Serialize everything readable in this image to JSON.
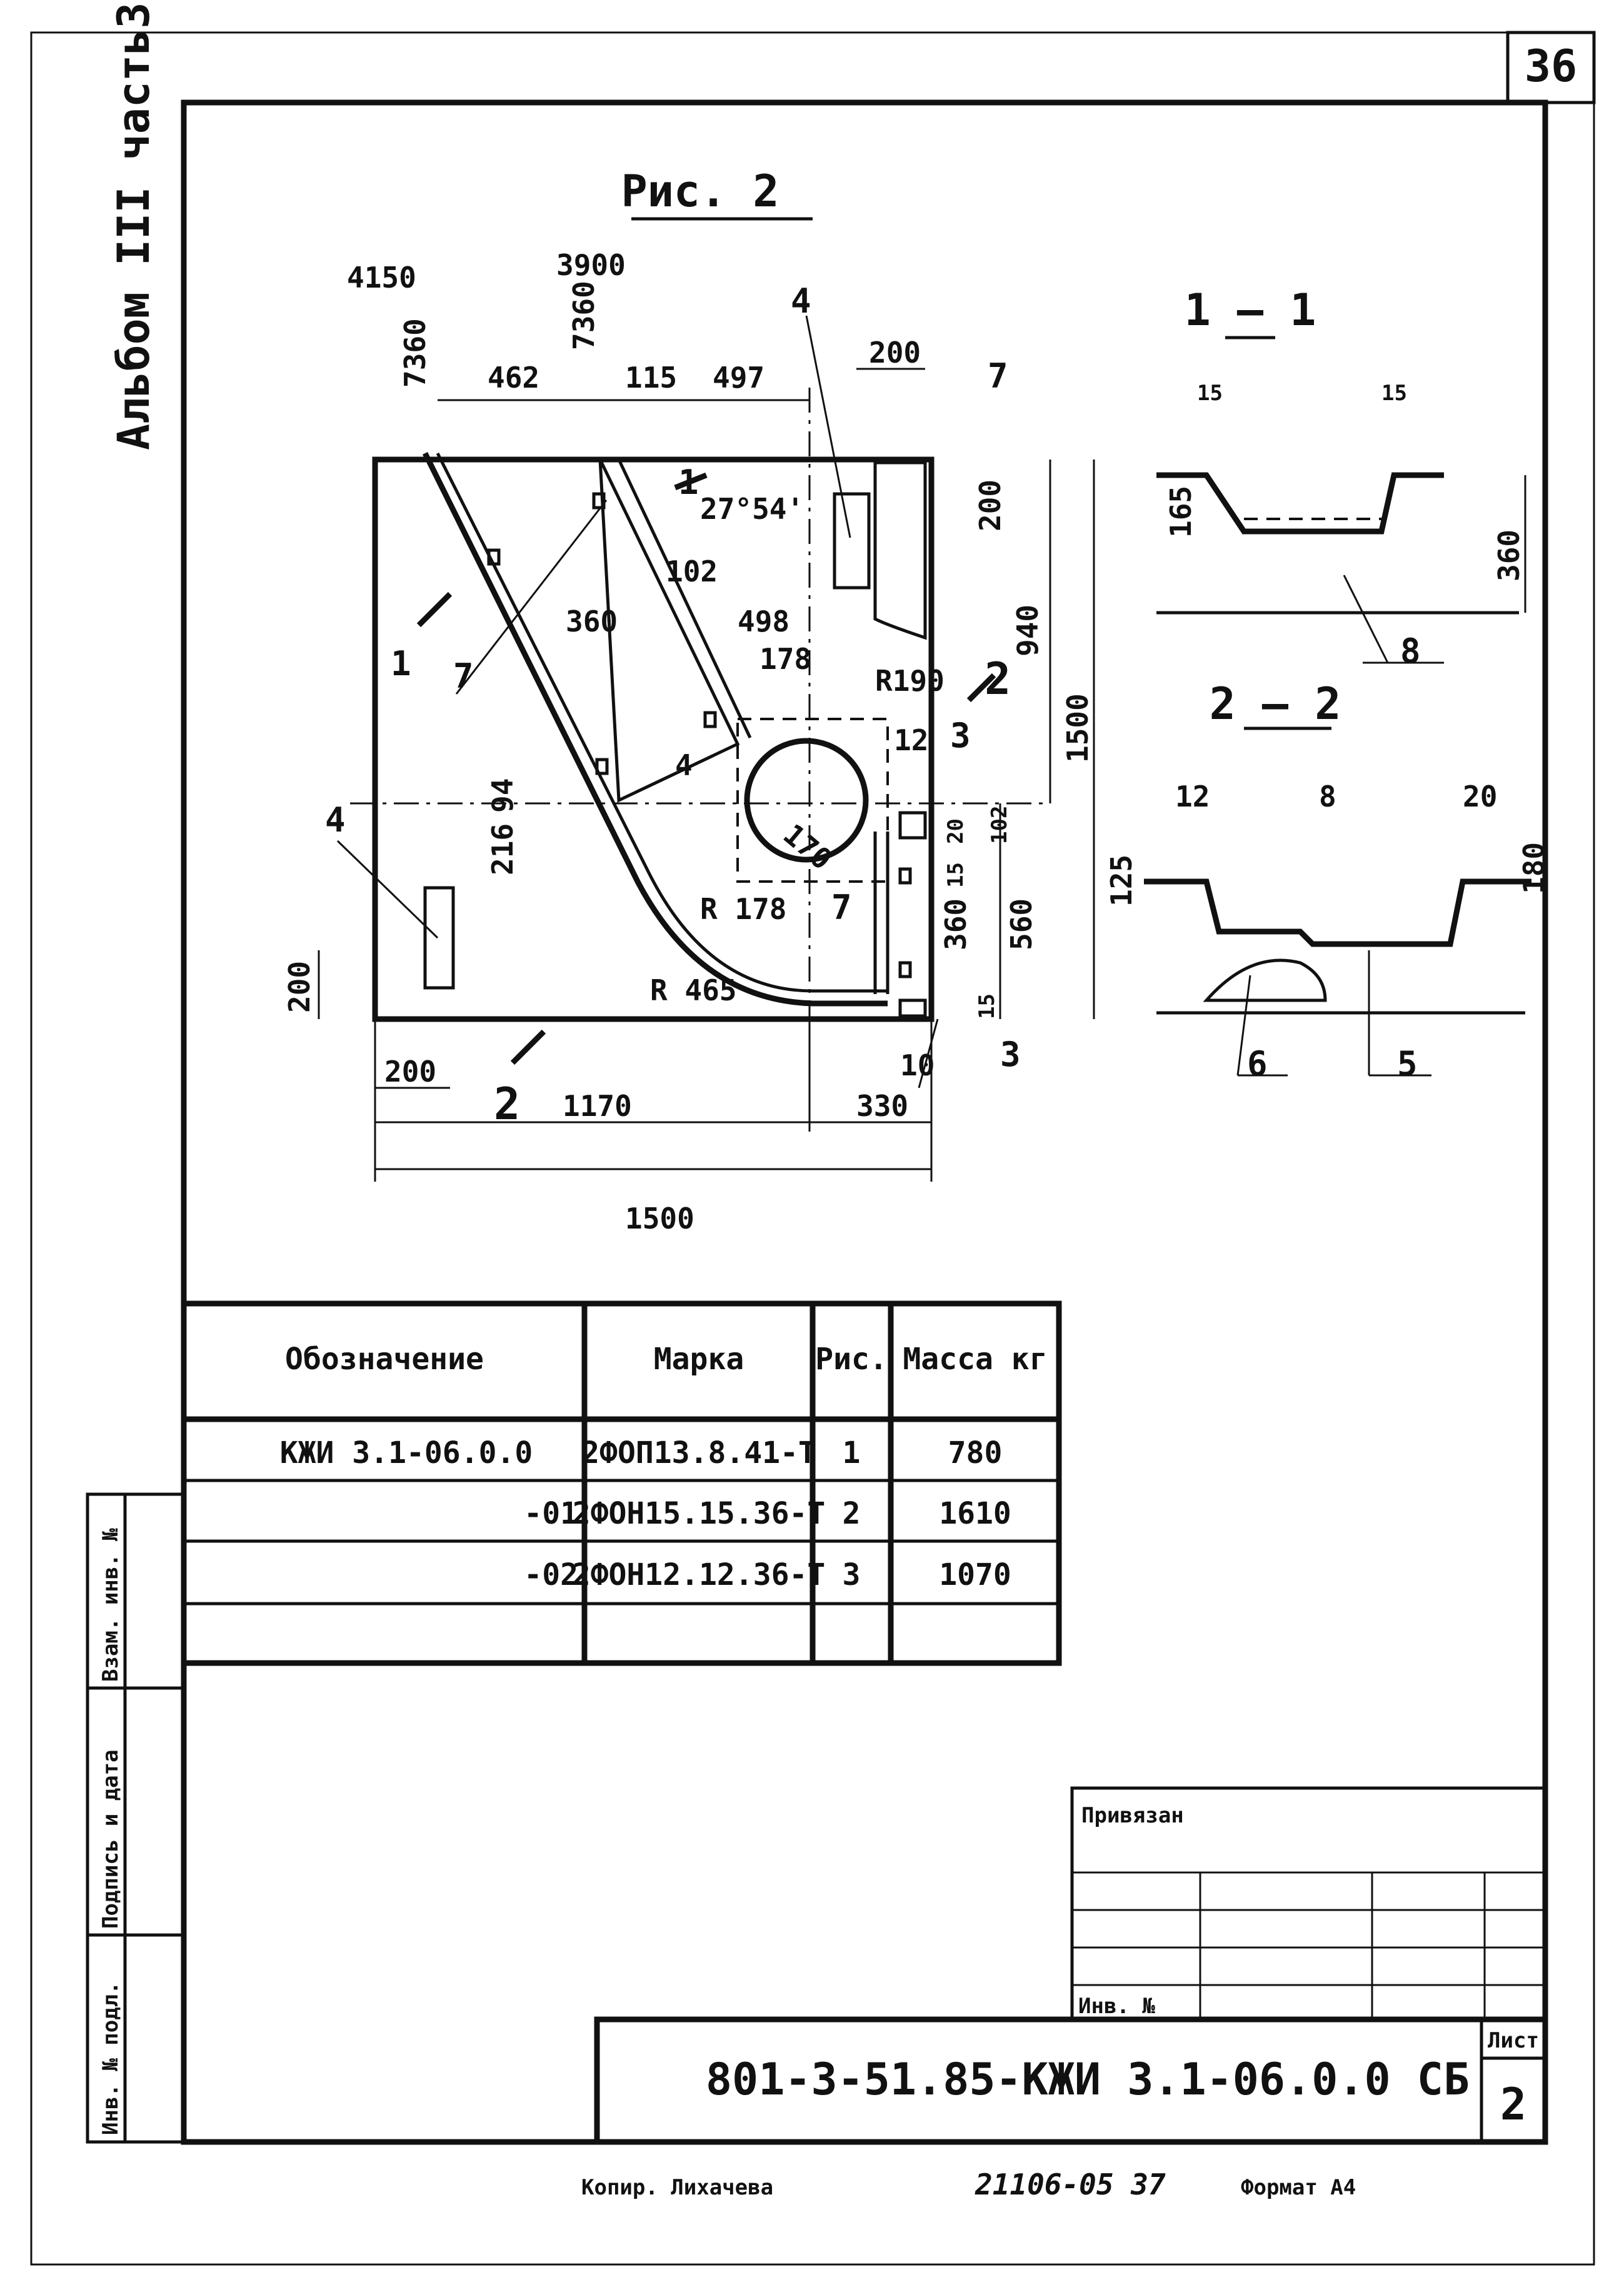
{
  "sheet_number": "36",
  "side_title": "Альбом III часть3",
  "figure_title": "Рис. 2",
  "plan": {
    "dims": [
      "4150",
      "7360",
      "3900",
      "7360",
      "462",
      "115",
      "497",
      "200",
      "200",
      "940",
      "1500",
      "27°54'",
      "102",
      "360",
      "498",
      "178",
      "R190",
      "12",
      "94",
      "4",
      "216",
      "170",
      "R 178",
      "R 465",
      "20",
      "102",
      "15",
      "360",
      "560",
      "15",
      "10",
      "200",
      "200",
      "1170",
      "330",
      "1500"
    ],
    "callouts": [
      "4",
      "7",
      "7",
      "4",
      "7",
      "3",
      "3"
    ],
    "section_marks": [
      "1",
      "1",
      "2",
      "2"
    ]
  },
  "section_1_1": {
    "title": "1 – 1",
    "dims": [
      "15",
      "15",
      "165",
      "360"
    ],
    "callout": "8"
  },
  "section_2_2": {
    "title": "2 – 2",
    "dims": [
      "12",
      "8",
      "20",
      "125",
      "180"
    ],
    "callouts": [
      "6",
      "5"
    ]
  },
  "spec_table": {
    "headers": [
      "Обозначение",
      "Марка",
      "Рис.",
      "Масса кг"
    ],
    "rows": [
      [
        "КЖИ 3.1-06.0.0",
        "2ФОП13.8.41-Т",
        "1",
        "780"
      ],
      [
        "-01",
        "2ФОН15.15.36-Т",
        "2",
        "1610"
      ],
      [
        "-02",
        "2ФОН12.12.36-Т",
        "3",
        "1070"
      ],
      [
        "",
        "",
        "",
        ""
      ]
    ]
  },
  "side_stamps": [
    "Взам. инв. №",
    "Подпись и дата",
    "Инв. № подл."
  ],
  "title_block": {
    "bound_label": "Привязан",
    "inv_label": "Инв. №",
    "doc_code": "801-3-51.85-КЖИ 3.1-06.0.0 СБ",
    "sheet_label": "Лист",
    "sheet_value": "2"
  },
  "footer": {
    "copied": "Копир. Лихачева",
    "order": "21106-05 37",
    "format": "Формат А4"
  }
}
